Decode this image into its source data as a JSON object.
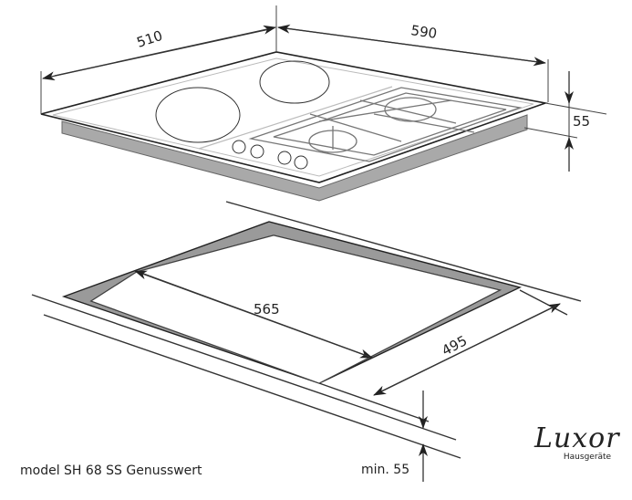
{
  "dimensions": {
    "hob_depth": "510",
    "hob_width": "590",
    "hob_height": "55",
    "cutout_width": "565",
    "cutout_depth": "495",
    "min_clearance": "min. 55"
  },
  "caption": "model SH 68 SS Genusswert",
  "logo": {
    "brand": "Luxor",
    "subtitle": "Hausgeräte"
  },
  "colors": {
    "line": "#333333",
    "side_gray": "#a9a9a9",
    "frame_gray": "#9a9a9a"
  }
}
